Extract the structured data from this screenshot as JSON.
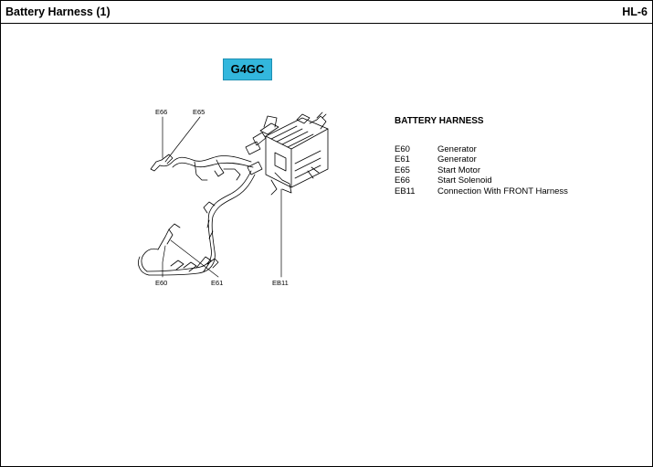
{
  "header": {
    "title": "Battery Harness (1)",
    "page": "HL-6"
  },
  "engine_badge": {
    "label": "G4GC",
    "color": "#33b7dd"
  },
  "diagram": {
    "callouts": {
      "E66": "E66",
      "E65": "E65",
      "E60": "E60",
      "E61": "E61",
      "EB11": "EB11"
    }
  },
  "legend": {
    "heading": "BATTERY HARNESS",
    "items": [
      {
        "code": "E60",
        "desc": "Generator"
      },
      {
        "code": "E61",
        "desc": "Generator"
      },
      {
        "code": "E65",
        "desc": "Start Motor"
      },
      {
        "code": "E66",
        "desc": "Start Solenoid"
      },
      {
        "code": "EB11",
        "desc": "Connection With FRONT Harness"
      }
    ]
  }
}
